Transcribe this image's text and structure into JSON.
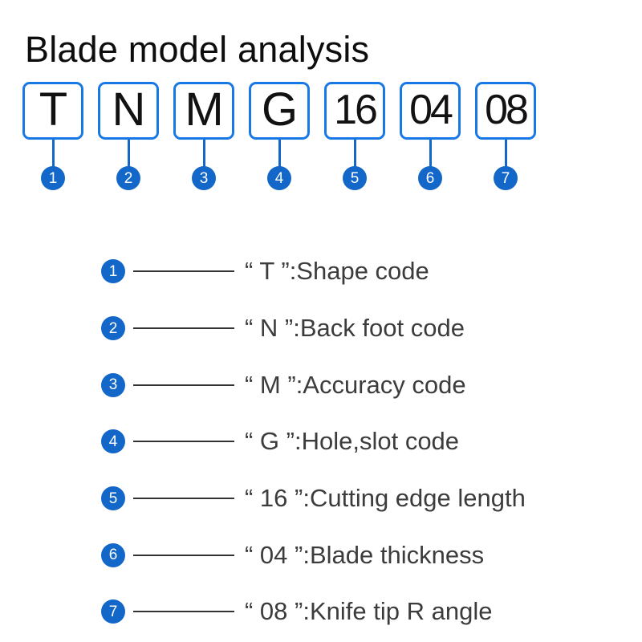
{
  "title": "Blade model analysis",
  "colors": {
    "box_border": "#1878e6",
    "badge_blue": "#1267c8",
    "connector_blue": "#1267c8",
    "text_dark": "#3c3c3c",
    "glyph_black": "#121212",
    "line_gray": "#333333",
    "background": "#ffffff"
  },
  "code_boxes": [
    {
      "value": "T",
      "number": "1"
    },
    {
      "value": "N",
      "number": "2"
    },
    {
      "value": "M",
      "number": "3"
    },
    {
      "value": "G",
      "number": "4"
    },
    {
      "value": "16",
      "number": "5"
    },
    {
      "value": "04",
      "number": "6"
    },
    {
      "value": "08",
      "number": "7"
    }
  ],
  "legend": [
    {
      "number": "1",
      "text": "“ T ”:Shape code"
    },
    {
      "number": "2",
      "text": "“ N ”:Back foot code"
    },
    {
      "number": "3",
      "text": "“ M ”:Accuracy code"
    },
    {
      "number": "4",
      "text": "“ G ”:Hole,slot code"
    },
    {
      "number": "5",
      "text": "“ 16 ”:Cutting edge length"
    },
    {
      "number": "6",
      "text": "“ 04 ”:Blade thickness"
    },
    {
      "number": "7",
      "text": "“ 08 ”:Knife tip R angle"
    }
  ]
}
